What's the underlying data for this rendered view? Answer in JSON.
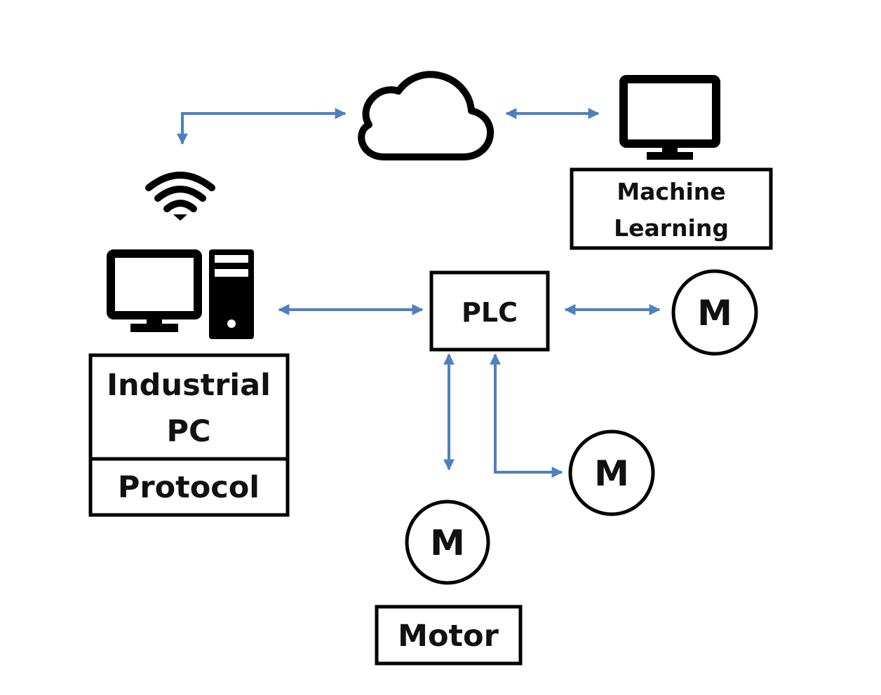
{
  "colors": {
    "connector": "#4f7fc0",
    "outline": "#000000",
    "text": "#111111",
    "background": "#ffffff"
  },
  "nodes": {
    "cloud": {
      "icon": "cloud-icon"
    },
    "ml": {
      "icon": "monitor-icon",
      "line1": "Machine",
      "line2": "Learning"
    },
    "ipc": {
      "icon": "desktop-pc-icon",
      "line1": "Industrial",
      "line2": "PC",
      "protocol": "Protocol"
    },
    "wifi": {
      "icon": "wifi-icon"
    },
    "plc": {
      "label": "PLC"
    },
    "motor_right": {
      "label": "M"
    },
    "motor_mid": {
      "label": "M"
    },
    "motor_bottom": {
      "label": "M",
      "caption": "Motor"
    }
  }
}
